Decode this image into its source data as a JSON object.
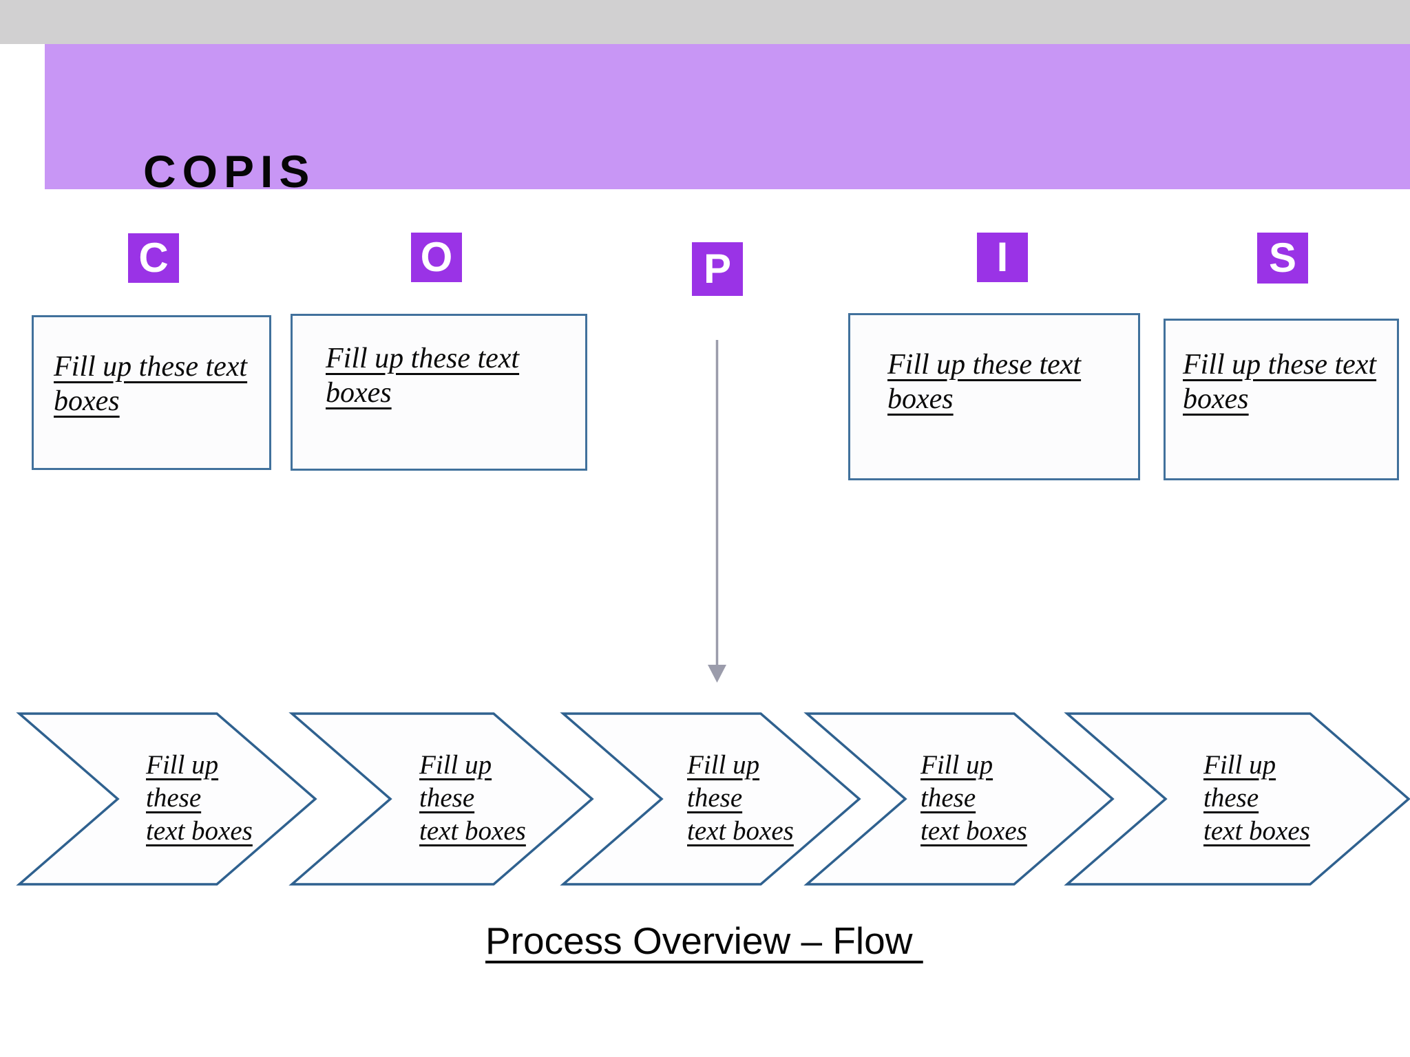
{
  "slide_title": "COPIS",
  "letter_badges": [
    "C",
    "O",
    "P",
    "I",
    "S"
  ],
  "placeholder_boxes": [
    {
      "letter": "C",
      "text": "Fill up these text\nboxes"
    },
    {
      "letter": "O",
      "text": "Fill up these text\nboxes"
    },
    {
      "letter": "I",
      "text": "Fill up these text\nboxes"
    },
    {
      "letter": "S",
      "text": "Fill up these text\nboxes"
    }
  ],
  "flow_chevrons": [
    {
      "text": "Fill up\nthese\ntext boxes"
    },
    {
      "text": "Fill up\nthese\ntext boxes"
    },
    {
      "text": "Fill up\nthese\ntext boxes"
    },
    {
      "text": "Fill up\nthese\ntext boxes"
    },
    {
      "text": "Fill up\nthese\ntext boxes"
    }
  ],
  "footer_title": "Process Overview – Flow ",
  "colors": {
    "top_band_gray": "#d1d0d1",
    "header_band_purple": "#c896f5",
    "badge_purple": "#9a33e6",
    "box_border_blue": "#41719c",
    "chevron_border_blue": "#2f618f",
    "arrow_gray": "#9b9cab"
  }
}
